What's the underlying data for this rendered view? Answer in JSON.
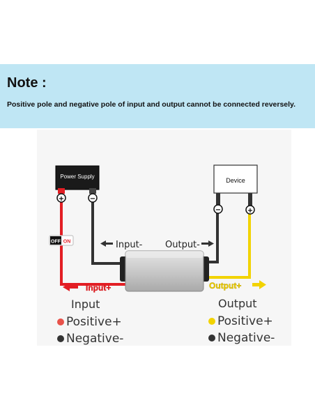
{
  "note": {
    "title": "Note :",
    "message": "Positive pole and negative pole of input and output cannot be connected reversely."
  },
  "diagram": {
    "power_supply_label": "Power Supply",
    "device_label": "Device",
    "switch_off": "OFF",
    "switch_on": "ON",
    "input_minus": "Input-",
    "output_minus": "Output-",
    "input_plus": "Input+",
    "output_plus": "Output+",
    "plus_symbol": "+",
    "minus_symbol": "−"
  },
  "legend": {
    "input": {
      "heading": "Input",
      "positive": "Positive+",
      "negative": "Negative-"
    },
    "output": {
      "heading": "Output",
      "positive": "Positive+",
      "negative": "Negative-"
    }
  },
  "colors": {
    "positive_input_wire": "#e31e24",
    "positive_output_wire": "#f2d300",
    "negative_wire": "#333333",
    "banner": "#bfe6f4"
  }
}
